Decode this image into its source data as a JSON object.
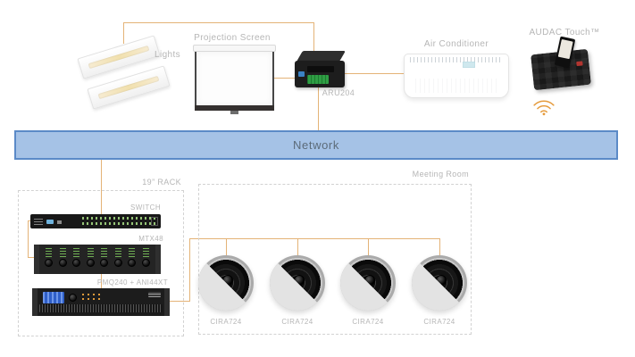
{
  "colors": {
    "line": "#e4b377",
    "network_fill": "#a5c2e6",
    "network_border": "#5b8ac7",
    "network_text": "#5c6b79",
    "label_gray": "#b6b6b6",
    "wifi_orange": "#e59b3c"
  },
  "devices": {
    "lights": {
      "label": "Lights"
    },
    "projection_screen": {
      "label": "Projection Screen"
    },
    "relay_unit": {
      "label": "ARU204"
    },
    "air_conditioner": {
      "label": "Air Conditioner"
    },
    "touch_panel": {
      "label": "AUDAC Touch™"
    }
  },
  "network": {
    "label": "Network"
  },
  "rack": {
    "title": "19” RACK",
    "switch": {
      "label": "SWITCH"
    },
    "matrix": {
      "label": "MTX48"
    },
    "amplifier": {
      "label": "PMQ240 + ANI44XT"
    }
  },
  "meeting_room": {
    "title": "Meeting Room",
    "speakers": [
      {
        "label": "CIRA724"
      },
      {
        "label": "CIRA724"
      },
      {
        "label": "CIRA724"
      },
      {
        "label": "CIRA724"
      }
    ]
  }
}
